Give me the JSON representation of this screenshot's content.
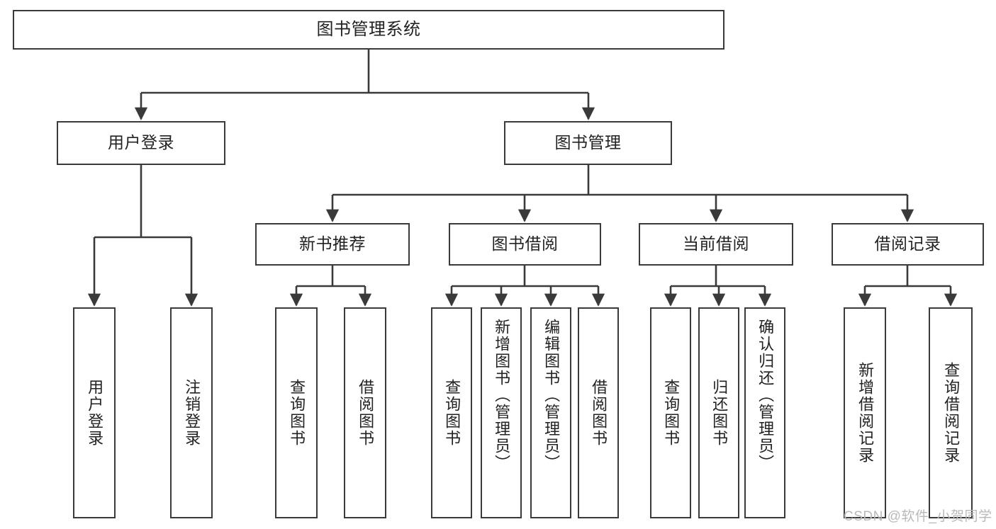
{
  "diagram": {
    "title": "图书管理系统",
    "type": "tree-hierarchy-diagram",
    "watermark": "CSDN @软件_小贺同学",
    "colors": {
      "box_border": "#3a3a3a",
      "box_fill": "#ffffff",
      "edge": "#3a3a3a",
      "text": "#222222",
      "watermark": "#b9b9b9",
      "background": "#ffffff"
    },
    "nodes": {
      "root": {
        "label": "图书管理系统"
      },
      "level1": [
        {
          "id": "user-login",
          "label": "用户登录"
        },
        {
          "id": "book-management",
          "label": "图书管理"
        }
      ],
      "level2": [
        {
          "id": "new-book-recommend",
          "label": "新书推荐"
        },
        {
          "id": "book-borrow",
          "label": "图书借阅"
        },
        {
          "id": "current-borrow",
          "label": "当前借阅"
        },
        {
          "id": "borrow-record",
          "label": "借阅记录"
        }
      ],
      "leaves": {
        "user_login": [
          {
            "id": "leaf-user-login",
            "label": "用户登录"
          },
          {
            "id": "leaf-logout-login",
            "label": "注销登录"
          }
        ],
        "new_book_recommend": [
          {
            "id": "leaf-query-book-1",
            "label": "查询图书"
          },
          {
            "id": "leaf-borrow-book-1",
            "label": "借阅图书"
          }
        ],
        "book_borrow": [
          {
            "id": "leaf-query-book-2",
            "label": "查询图书"
          },
          {
            "id": "leaf-add-book",
            "label": "新增图书（管理员）"
          },
          {
            "id": "leaf-edit-book",
            "label": "编辑图书（管理员）"
          },
          {
            "id": "leaf-borrow-book-2",
            "label": "借阅图书"
          }
        ],
        "current_borrow": [
          {
            "id": "leaf-query-book-3",
            "label": "查询图书"
          },
          {
            "id": "leaf-return-book",
            "label": "归还图书"
          },
          {
            "id": "leaf-confirm-return",
            "label": "确认归还（管理员）"
          }
        ],
        "borrow_record": [
          {
            "id": "leaf-add-record",
            "label": "新增借阅记录"
          },
          {
            "id": "leaf-query-record",
            "label": "查询借阅记录"
          }
        ]
      }
    }
  }
}
